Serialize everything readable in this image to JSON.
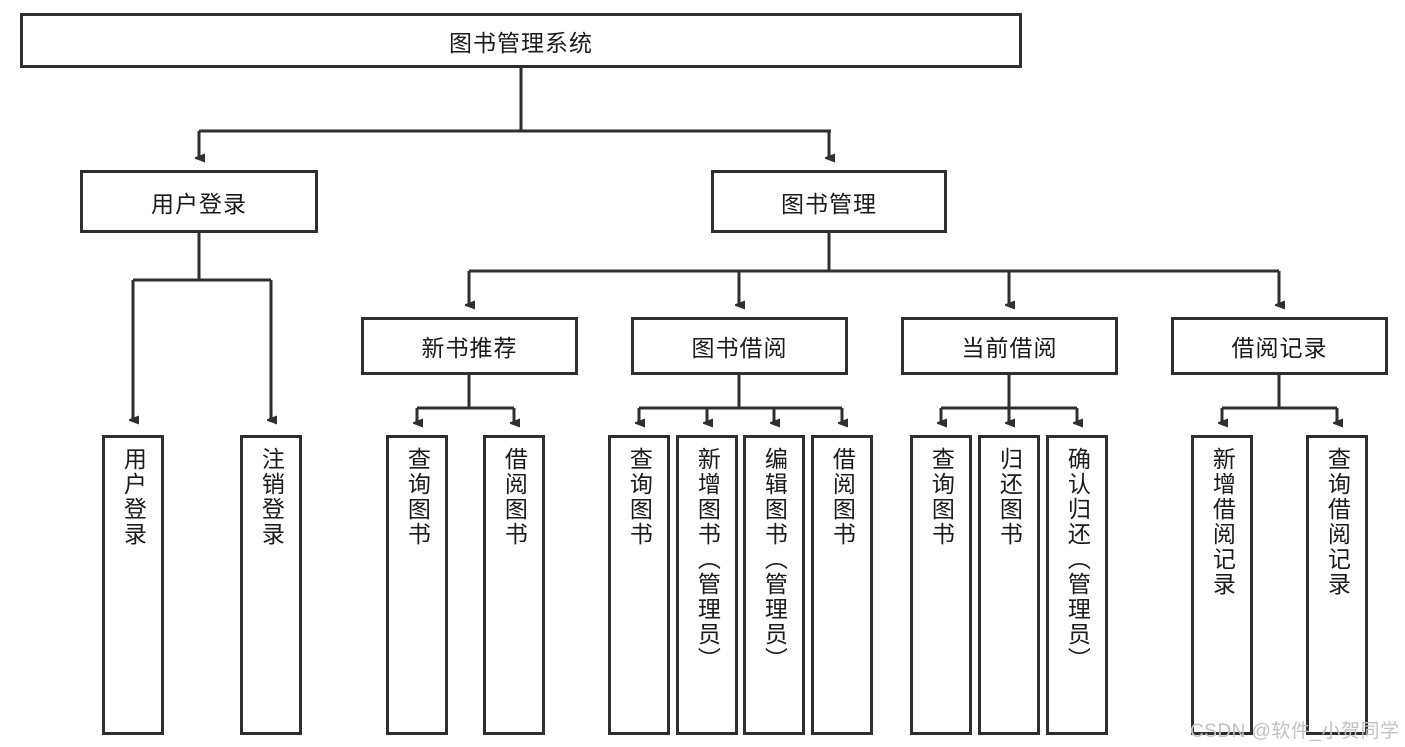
{
  "diagram": {
    "title": "图书管理系统",
    "type": "tree-hierarchy",
    "stroke_color": "#2f2f2f",
    "fill_color": "#ffffff",
    "text_color": "#1a1a1a"
  },
  "root": {
    "label": "图书管理系统"
  },
  "level2": [
    {
      "label": "用户登录"
    },
    {
      "label": "图书管理"
    }
  ],
  "level3": [
    {
      "label": "新书推荐"
    },
    {
      "label": "图书借阅"
    },
    {
      "label": "当前借阅"
    },
    {
      "label": "借阅记录"
    }
  ],
  "leaves": {
    "user_login": [
      {
        "label": "用户登录"
      },
      {
        "label": "注销登录"
      }
    ],
    "new_book_recommend": [
      {
        "label": "查询图书"
      },
      {
        "label": "借阅图书"
      }
    ],
    "book_borrow": [
      {
        "label": "查询图书"
      },
      {
        "label": "新增图书（管理员）"
      },
      {
        "label": "编辑图书（管理员）"
      },
      {
        "label": "借阅图书"
      }
    ],
    "current_borrow": [
      {
        "label": "查询图书"
      },
      {
        "label": "归还图书"
      },
      {
        "label": "确认归还（管理员）"
      }
    ],
    "borrow_record": [
      {
        "label": "新增借阅记录"
      },
      {
        "label": "查询借阅记录"
      }
    ]
  },
  "watermark": {
    "text": "CSDN @软件_小贺同学"
  }
}
